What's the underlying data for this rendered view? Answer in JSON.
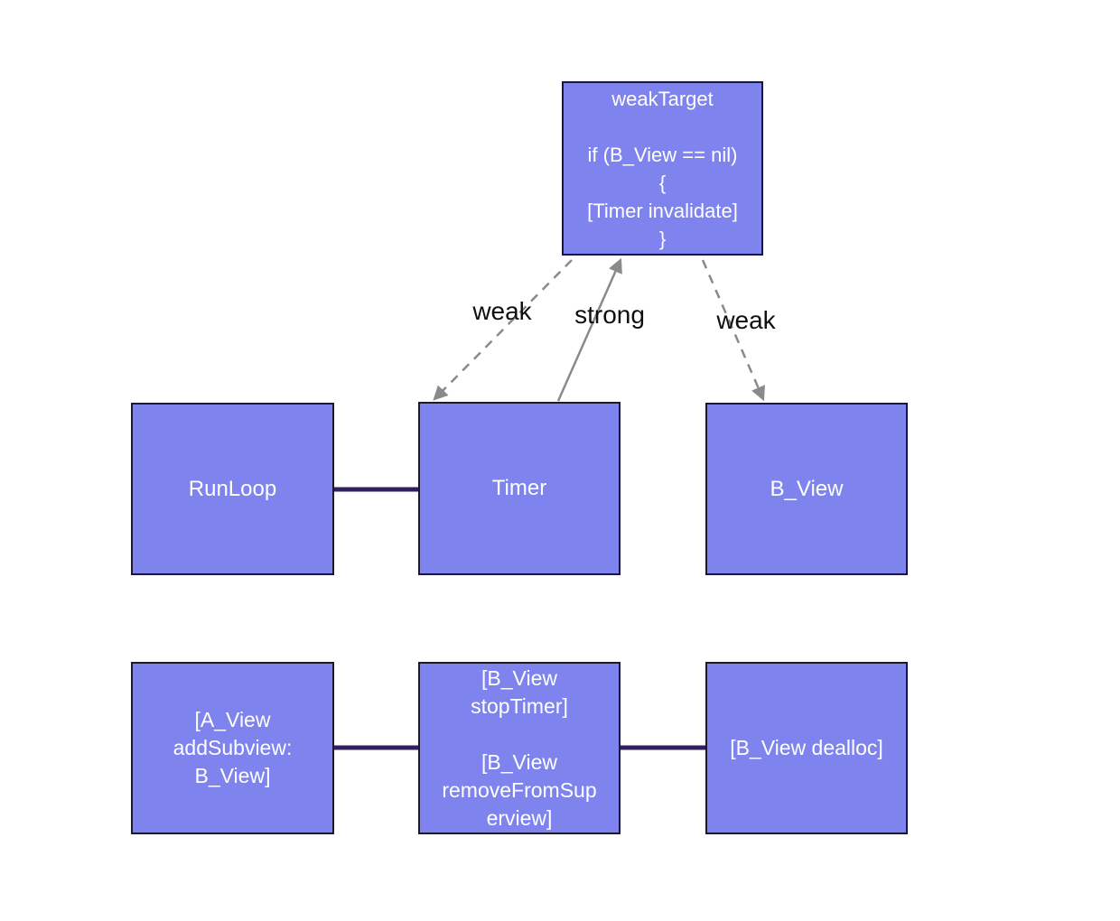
{
  "diagram": {
    "title_hint": "timer-weak-strong-reference-diagram",
    "colors": {
      "background": "#ffffff",
      "box_fill": "#7e83ee",
      "box_border": "#191935",
      "box_text": "#ffffff",
      "connector": "#321f5e",
      "arrow": "#8a8a8a",
      "edge_label_text": "#0f0f0f"
    },
    "nodes": {
      "weak_target": {
        "text": "weakTarget\n\nif (B_View == nil)\n{\n[Timer invalidate]\n}"
      },
      "runloop": {
        "text": "RunLoop"
      },
      "timer": {
        "text": "Timer"
      },
      "b_view": {
        "text": "B_View"
      },
      "a_view_add_subview": {
        "text": "[A_View\naddSubview:\nB_View]"
      },
      "b_view_stop_timer": {
        "text": "[B_View\nstopTimer]\n\n[B_View\nremoveFromSup\nerview]"
      },
      "b_view_dealloc": {
        "text": "[B_View dealloc]"
      }
    },
    "edge_labels": {
      "weak_left": "weak",
      "strong": "strong",
      "weak_right": "weak"
    }
  }
}
